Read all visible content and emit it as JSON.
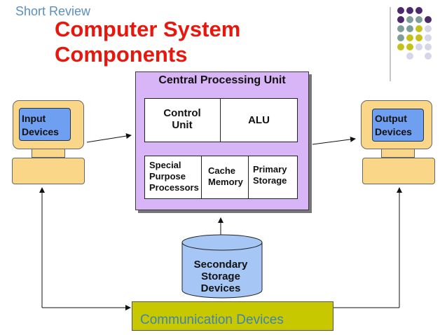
{
  "slide": {
    "subtitle": "Short Review",
    "title_line1": "Computer System",
    "title_line2": "Components"
  },
  "cpu": {
    "title": "Central Processing Unit",
    "control_unit_line1": "Control",
    "control_unit_line2": "Unit",
    "alu": "ALU",
    "special_line1": "Special",
    "special_line2": "Purpose",
    "special_line3": "Processors",
    "cache_line1": "Cache",
    "cache_line2": "Memory",
    "primary_line1": "Primary",
    "primary_line2": "Storage"
  },
  "input_device": {
    "line1": "Input",
    "line2": "Devices"
  },
  "output_device": {
    "line1": "Output",
    "line2": "Devices"
  },
  "secondary_storage": {
    "line1": "Secondary",
    "line2": "Storage",
    "line3": "Devices"
  },
  "communication": {
    "label": "Communication Devices"
  },
  "colors": {
    "title": "#e8170d",
    "cpu_fill": "#d8b5f6",
    "computer_fill": "#fad689",
    "screen_fill": "#6f9ff0",
    "storage_fill": "#a6c6f5",
    "comm_fill": "#c7c800",
    "dot_purple": "#4b2a6b",
    "dot_teal": "#7f9e9a",
    "dot_olive": "#c4c11a",
    "dot_light": "#d6d6ea"
  }
}
